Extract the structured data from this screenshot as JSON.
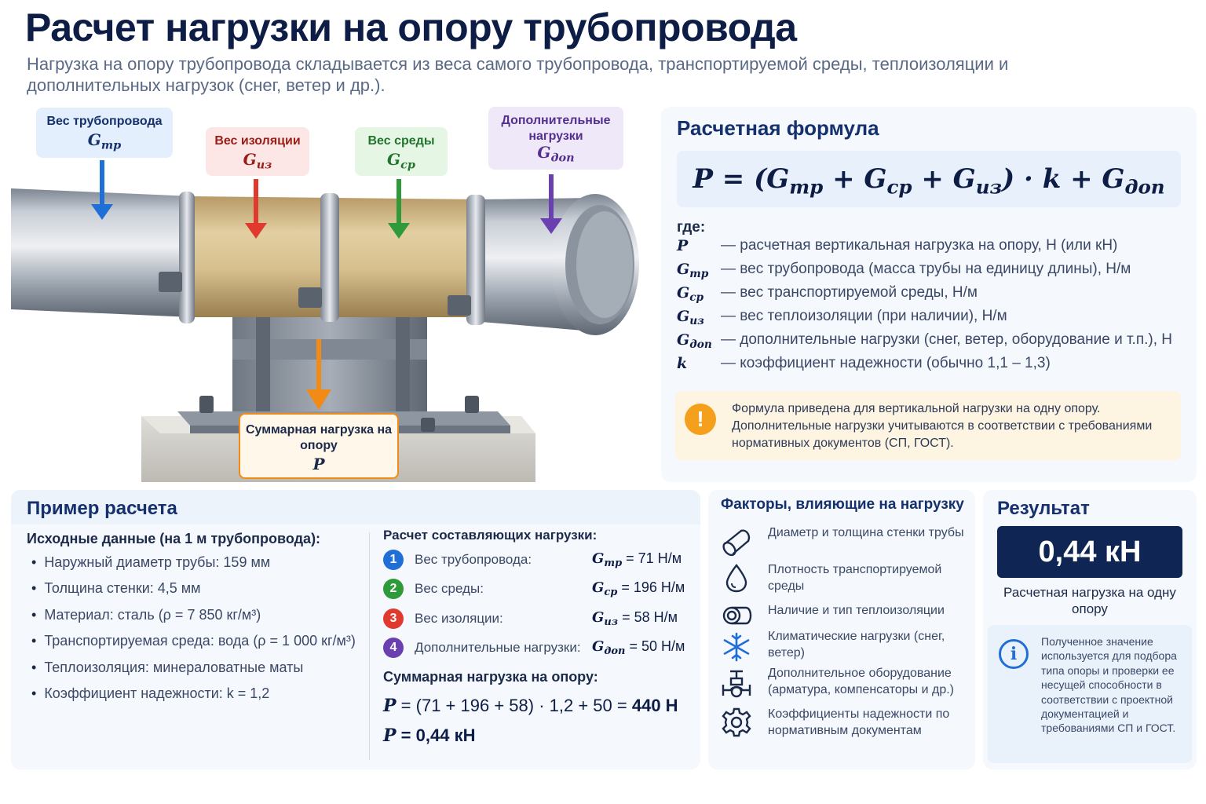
{
  "header": {
    "title": "Расчет нагрузки на опору трубопровода",
    "subtitle": "Нагрузка на опору трубопровода складывается из веса самого трубопровода, транспортируемой среды, теплоизоляции и дополнительных нагрузок (снег, ветер и др.)."
  },
  "illustration": {
    "callouts": {
      "pipe": {
        "label": "Вес трубопровода",
        "symbol": "G",
        "sub": "тр",
        "color": "#1f6fd6",
        "bg": "#e3effc"
      },
      "insulation": {
        "label": "Вес изоляции",
        "symbol": "G",
        "sub": "из",
        "color": "#e03a2f",
        "bg": "#fde7e6"
      },
      "medium": {
        "label": "Вес среды",
        "symbol": "G",
        "sub": "ср",
        "color": "#2e9a3a",
        "bg": "#e6f6e5"
      },
      "additional": {
        "label": "Дополнительные нагрузки",
        "symbol": "G",
        "sub": "доп",
        "color": "#6a3fb0",
        "bg": "#efe8f9"
      },
      "total": {
        "label": "Суммарная нагрузка на опору",
        "symbol": "P",
        "color": "#f28a16",
        "bg": "#fff7ea"
      }
    }
  },
  "formula": {
    "title": "Расчетная формула",
    "where_label": "где:",
    "definitions": [
      {
        "symbol": "P",
        "sub": "",
        "desc": "— расчетная вертикальная нагрузка на опору, Н (или кН)"
      },
      {
        "symbol": "G",
        "sub": "тр",
        "desc": "— вес трубопровода (масса трубы на единицу длины), Н/м"
      },
      {
        "symbol": "G",
        "sub": "ср",
        "desc": "— вес транспортируемой среды, Н/м"
      },
      {
        "symbol": "G",
        "sub": "из",
        "desc": "— вес теплоизоляции (при наличии), Н/м"
      },
      {
        "symbol": "G",
        "sub": "доп",
        "desc": "— дополнительные нагрузки (снег, ветер, оборудование и т.п.), Н"
      },
      {
        "symbol": "k",
        "sub": "",
        "desc": "— коэффициент надежности (обычно 1,1 – 1,3)"
      }
    ],
    "note": "Формула приведена для вертикальной нагрузки на одну опору. Дополнительные нагрузки учитываются в соответствии с требованиями нормативных документов (СП, ГОСТ).",
    "note_icon": "!"
  },
  "example": {
    "title": "Пример расчета",
    "input_title": "Исходные данные (на 1 м трубопровода):",
    "inputs": [
      "Наружный диаметр трубы: 159 мм",
      "Толщина стенки: 4,5 мм",
      "Материал: сталь (ρ = 7 850 кг/м³)",
      "Транспортируемая среда: вода (ρ = 1 000 кг/м³)",
      "Теплоизоляция: минераловатные маты",
      "Коэффициент надежности: k = 1,2"
    ],
    "calc_title": "Расчет составляющих нагрузки:",
    "components": [
      {
        "num": "1",
        "label": "Вес трубопровода:",
        "sub": "тр",
        "value": "= 71 Н/м",
        "color": "#1f6fd6"
      },
      {
        "num": "2",
        "label": "Вес среды:",
        "sub": "ср",
        "value": "= 196 Н/м",
        "color": "#2e9a3a"
      },
      {
        "num": "3",
        "label": "Вес изоляции:",
        "sub": "из",
        "value": "= 58 Н/м",
        "color": "#e03a2f"
      },
      {
        "num": "4",
        "label": "Дополнительные нагрузки:",
        "sub": "доп",
        "value": "= 50 Н/м",
        "color": "#6a3fb0"
      }
    ],
    "sum_title": "Суммарная нагрузка на опору:",
    "sum_expr": "= (71 + 196 + 58) · 1,2 + 50 =",
    "sum_total": "440 Н",
    "sum_result": "= 0,44 кН"
  },
  "factors": {
    "title": "Факторы, влияющие на нагрузку",
    "items": [
      {
        "icon": "pipe-icon",
        "text": "Диаметр и толщина стенки трубы"
      },
      {
        "icon": "droplet-icon",
        "text": "Плотность транспортируемой среды"
      },
      {
        "icon": "insulation-roll-icon",
        "text": "Наличие и тип теплоизоляции"
      },
      {
        "icon": "snowflake-icon",
        "text": "Климатические нагрузки (снег, ветер)"
      },
      {
        "icon": "valve-icon",
        "text": "Дополнительное оборудование (арматура, компенсаторы и др.)"
      },
      {
        "icon": "gear-icon",
        "text": "Коэффициенты надежности по нормативным документам"
      }
    ]
  },
  "result": {
    "title": "Результат",
    "value": "0,44 кН",
    "caption": "Расчетная нагрузка на одну опору",
    "info": "Полученное значение используется для подбора типа опоры и проверки ее несущей способности в соответствии с проектной документацией и требованиями СП и ГОСТ.",
    "info_icon": "i"
  }
}
